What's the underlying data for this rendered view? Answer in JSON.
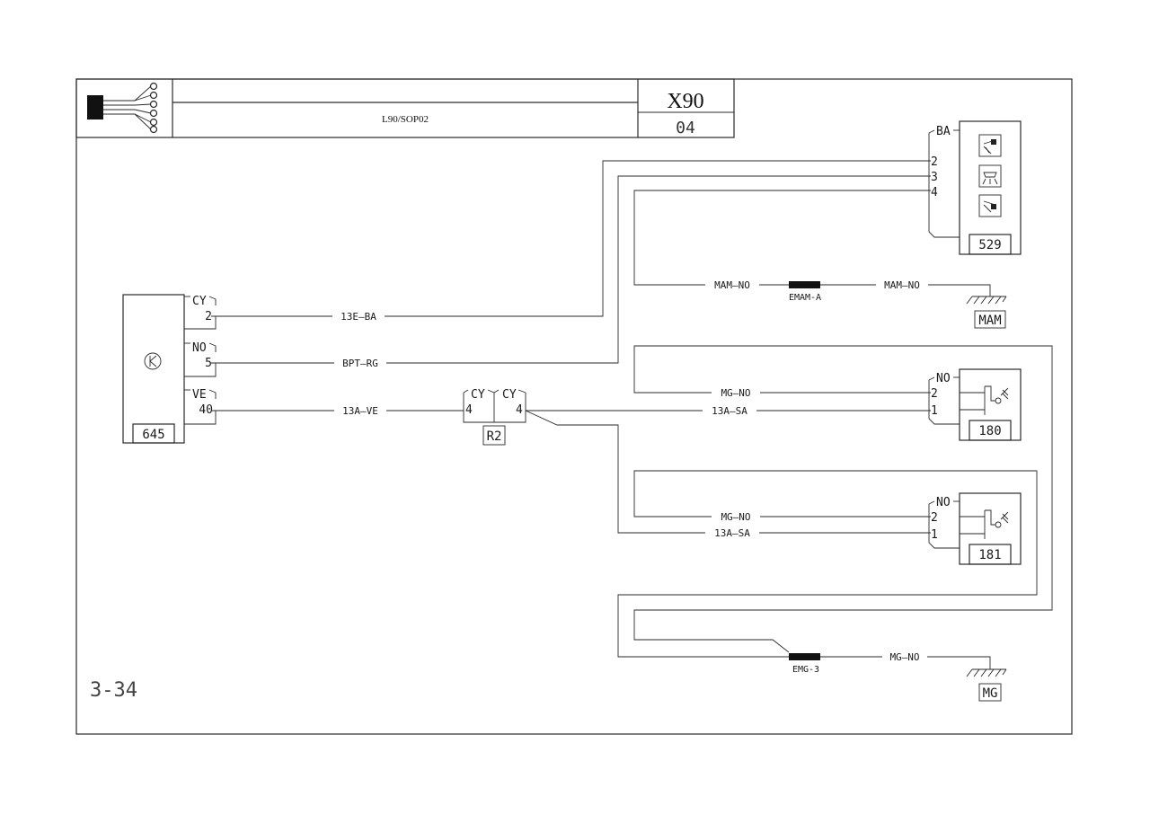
{
  "title_block": {
    "model": "X90",
    "version": "04",
    "reference": "L90/SOP02"
  },
  "page_number": "3-34",
  "components": {
    "c645": {
      "id": "645",
      "connectors": [
        {
          "color": "CY",
          "pin": "2"
        },
        {
          "color": "NO",
          "pin": "5"
        },
        {
          "color": "VE",
          "pin": "40"
        }
      ]
    },
    "c529": {
      "id": "529",
      "connector_color": "BA",
      "pins": [
        "2",
        "3",
        "4"
      ]
    },
    "c180": {
      "id": "180",
      "connector_color": "NO",
      "pins": [
        "2",
        "1"
      ]
    },
    "c181": {
      "id": "181",
      "connector_color": "NO",
      "pins": [
        "2",
        "1"
      ]
    },
    "r2": {
      "id": "R2",
      "left_color": "CY",
      "right_color": "CY",
      "left_pin": "4",
      "right_pin": "4"
    }
  },
  "wires": {
    "w13e": "13E—BA",
    "wbpt": "BPT—RG",
    "w13a_ve": "13A—VE",
    "w13a_sa_180": "13A—SA",
    "wmg_no_180": "MG—NO",
    "w13a_sa_181": "13A—SA",
    "wmg_no_181": "MG—NO",
    "wmam_left": "MAM—NO",
    "wmam_right": "MAM—NO",
    "wmg_ground": "MG—NO"
  },
  "splices": {
    "emam": "EMAM-A",
    "emg": "EMG-3"
  },
  "grounds": {
    "mam": "MAM",
    "mg": "MG"
  }
}
